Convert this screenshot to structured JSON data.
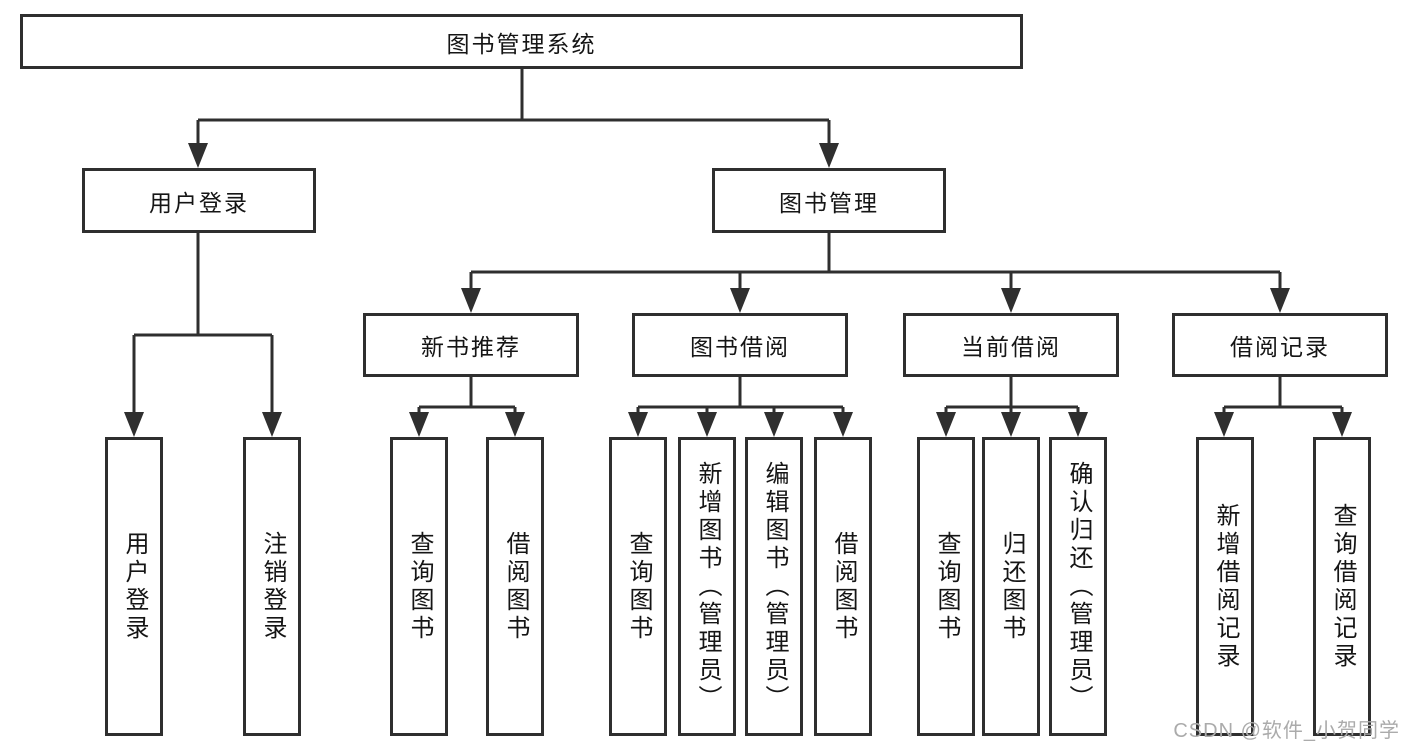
{
  "diagram": {
    "title": "图书管理系统",
    "branches": [
      {
        "label": "用户登录",
        "leaves": [
          {
            "label": "用户登录"
          },
          {
            "label": "注销登录"
          }
        ]
      },
      {
        "label": "图书管理",
        "groups": [
          {
            "label": "新书推荐",
            "leaves": [
              {
                "label": "查询图书"
              },
              {
                "label": "借阅图书"
              }
            ]
          },
          {
            "label": "图书借阅",
            "leaves": [
              {
                "label": "查询图书"
              },
              {
                "label": "新增图书（管理员）"
              },
              {
                "label": "编辑图书（管理员）"
              },
              {
                "label": "借阅图书"
              }
            ]
          },
          {
            "label": "当前借阅",
            "leaves": [
              {
                "label": "查询图书"
              },
              {
                "label": "归还图书"
              },
              {
                "label": "确认归还（管理员）"
              }
            ]
          },
          {
            "label": "借阅记录",
            "leaves": [
              {
                "label": "新增借阅记录"
              },
              {
                "label": "查询借阅记录"
              }
            ]
          }
        ]
      }
    ]
  },
  "watermark": {
    "text": "CSDN @软件_小贺同学"
  },
  "colors": {
    "line": "#2f2f2f",
    "text": "#151515",
    "watermark": "#ababab",
    "background": "#ffffff"
  }
}
